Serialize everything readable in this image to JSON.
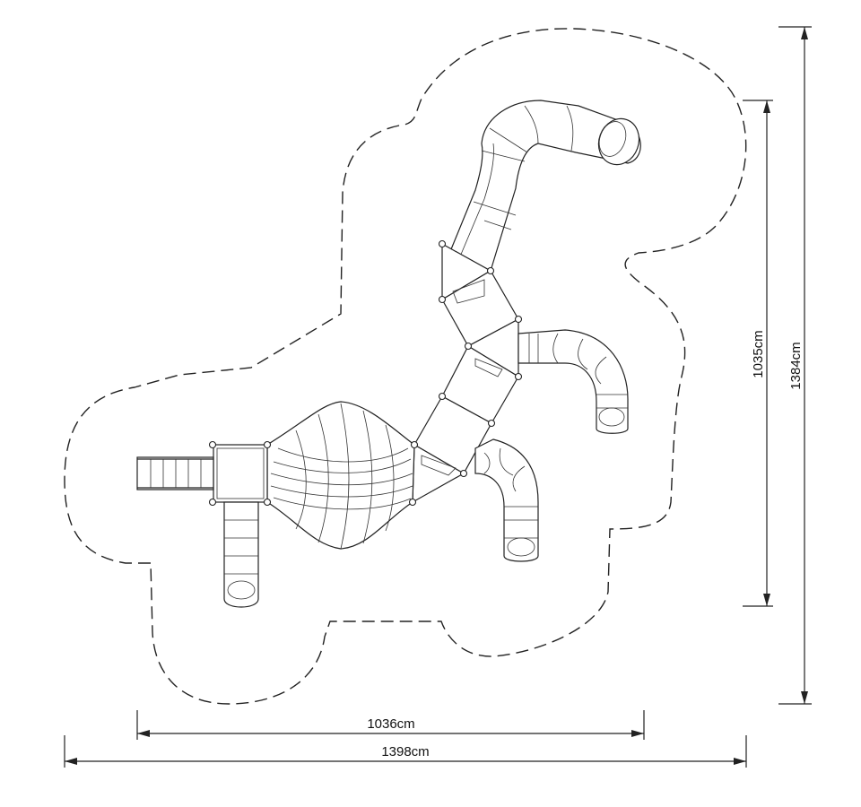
{
  "diagram": {
    "dimensions": {
      "inner_width": "1036cm",
      "outer_width": "1398cm",
      "inner_height": "1035cm",
      "outer_height": "1384cm"
    },
    "colors": {
      "line": "#222222",
      "background": "#ffffff"
    }
  }
}
